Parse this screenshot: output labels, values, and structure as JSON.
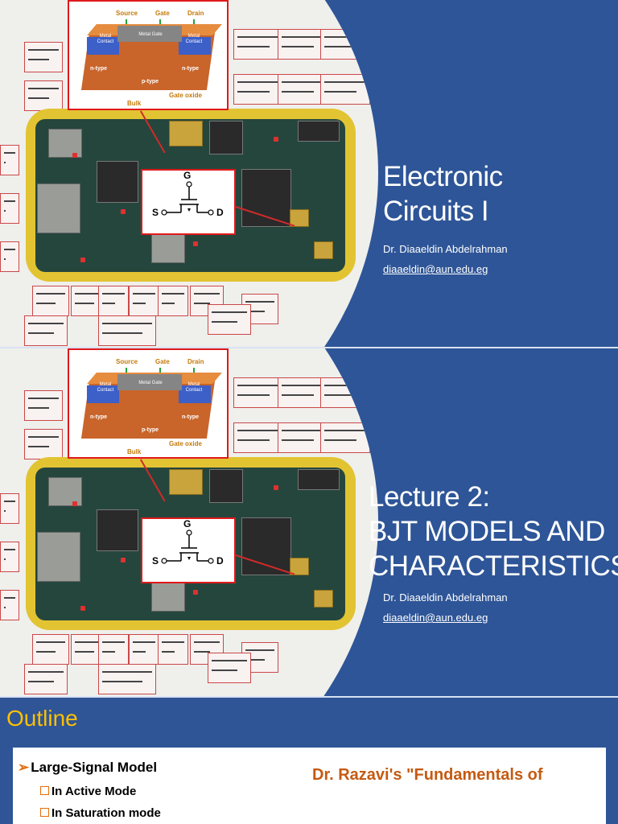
{
  "slides": [
    {
      "title_lines": [
        "Electronic",
        "Circuits I"
      ],
      "author": "Dr. Diaaeldin Abdelrahman",
      "email": "diaaeldin@aun.edu.eg"
    },
    {
      "title_lines": [
        "Lecture 2:",
        "BJT MODELS AND",
        "CHARACTERISTICS"
      ],
      "author": "Dr. Diaaeldin Abdelrahman",
      "email": "diaaeldin@aun.edu.eg"
    }
  ],
  "mosfet_labels": {
    "source": "Source",
    "gate": "Gate",
    "drain": "Drain",
    "metal_contact": "Metal Contact",
    "metal_gate": "Metal Gate",
    "n_type": "n-type",
    "p_type": "p-type",
    "bulk": "Bulk",
    "gate_oxide": "Gate oxide"
  },
  "symbol_labels": {
    "g": "G",
    "s": "S",
    "d": "D"
  },
  "outline": {
    "title": "Outline",
    "items": [
      {
        "label": "Large-Signal Model",
        "children": [
          "In Active Mode",
          "In Saturation mode"
        ]
      }
    ],
    "side_fragment": "Dr. Razavi's \"Fundamentals of"
  },
  "colors": {
    "slide_bg": "#2e5597",
    "outline_title": "#ffc000",
    "bullet_accent": "#e46c0a",
    "inset_border": "#e0191b"
  }
}
